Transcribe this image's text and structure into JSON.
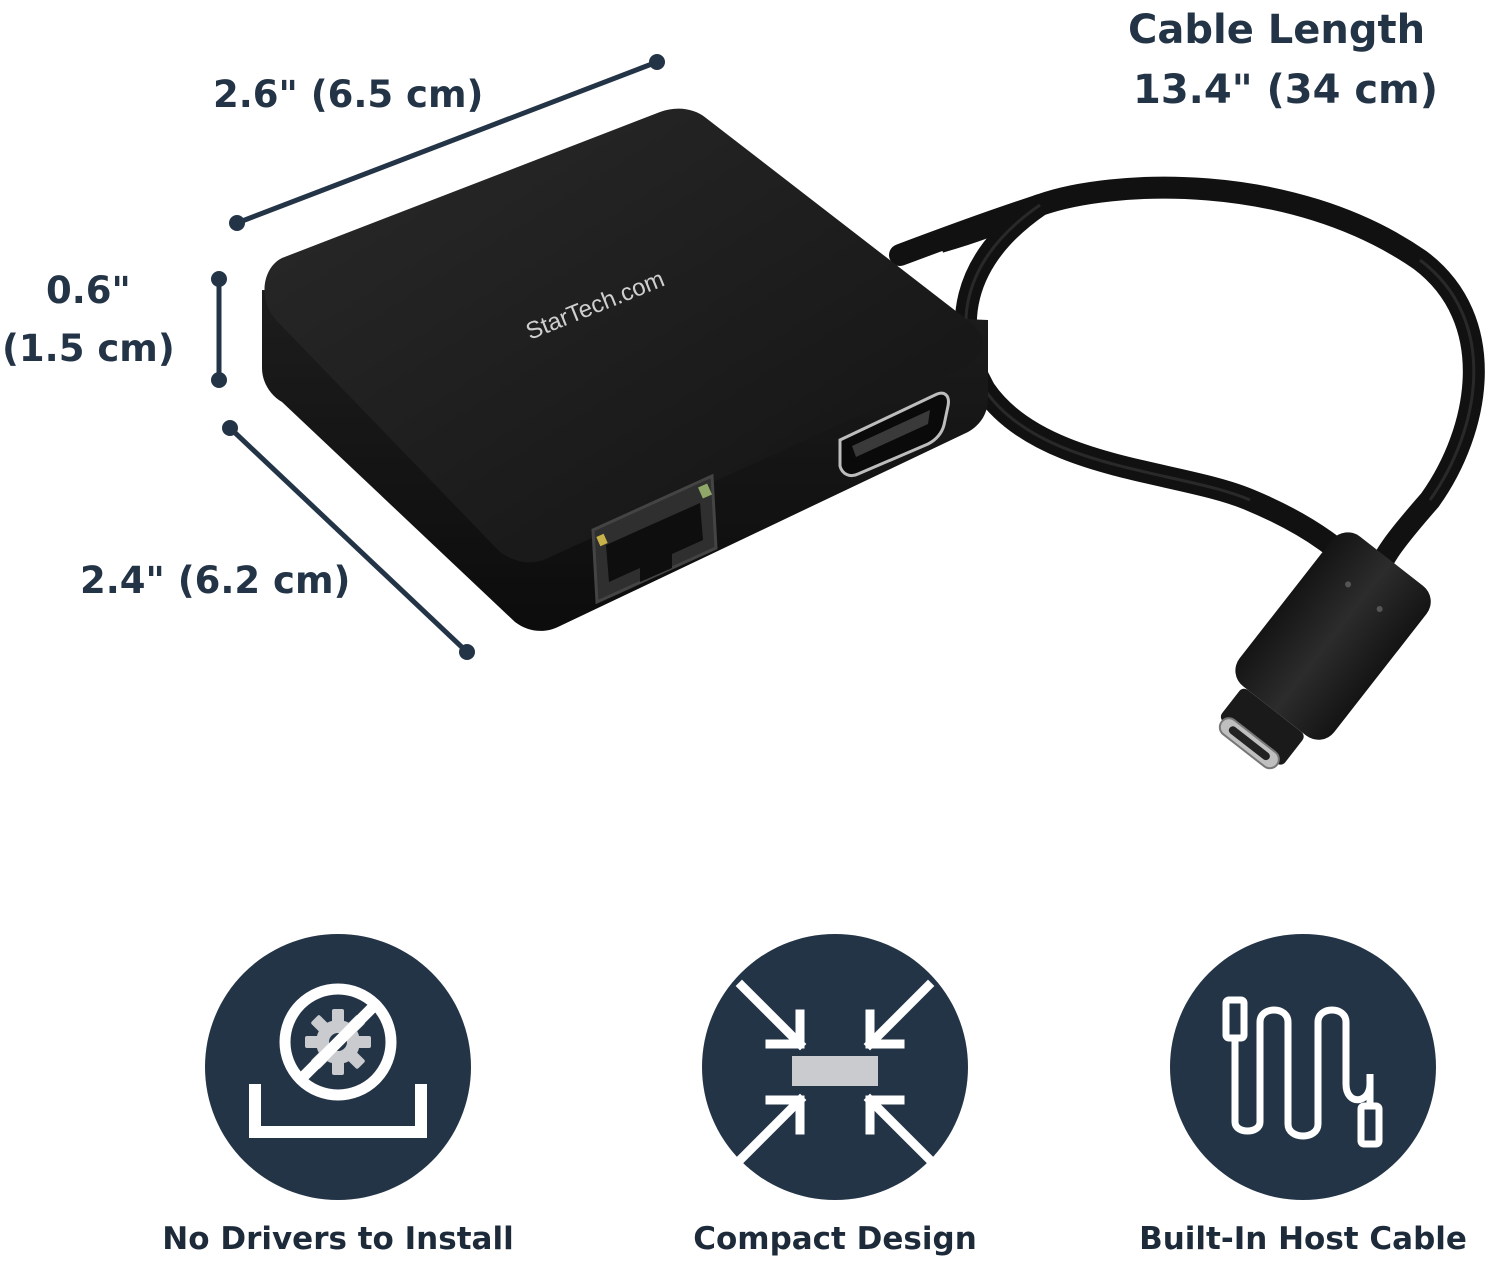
{
  "dimensions": {
    "width": "2.6\" (6.5 cm)",
    "height_in": "0.6\"",
    "height_cm": "(1.5 cm)",
    "depth": "2.4\" (6.2 cm)",
    "cable_title": "Cable Length",
    "cable_value": "13.4\" (34 cm)"
  },
  "product": {
    "brand_logo": "StarTech.com"
  },
  "features": [
    {
      "icon": "no-drivers-icon",
      "label": "No Drivers to Install"
    },
    {
      "icon": "compact-design-icon",
      "label": "Compact Design"
    },
    {
      "icon": "host-cable-icon",
      "label": "Built-In Host Cable"
    }
  ],
  "colors": {
    "navy": "#243447",
    "device": "#1b1b1b",
    "icon_gray": "#c9cbce"
  }
}
